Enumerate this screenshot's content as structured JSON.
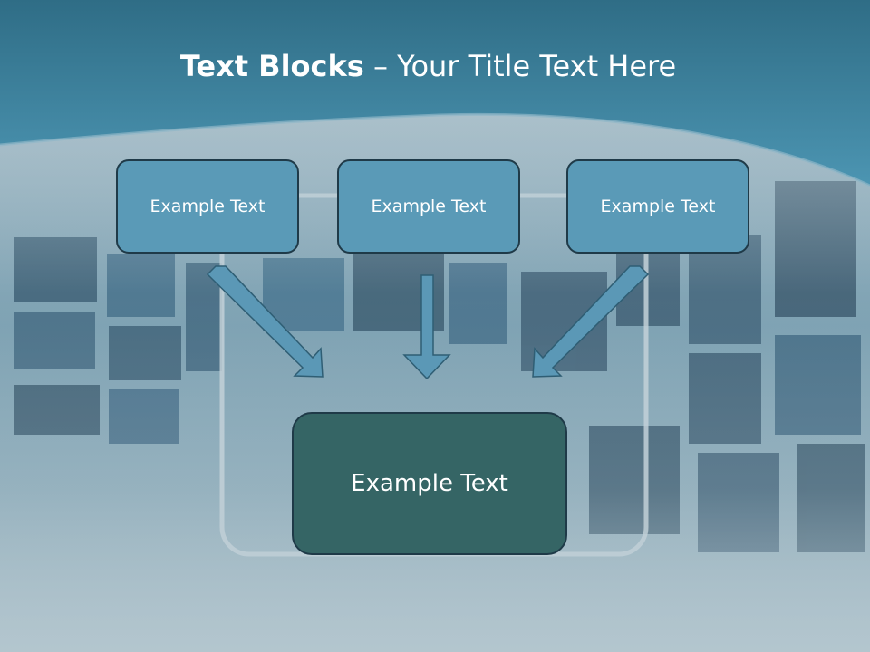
{
  "title": {
    "bold_part": "Text Blocks",
    "separator": "–",
    "regular_part": "Your Title Text Here"
  },
  "diagram": {
    "source_blocks": [
      {
        "label": "Example Text"
      },
      {
        "label": "Example Text"
      },
      {
        "label": "Example Text"
      }
    ],
    "target_block": {
      "label": "Example Text"
    }
  },
  "colors": {
    "header_band": "#3b7f9b",
    "small_box_fill": "#5a9ab7",
    "big_box_fill": "#356565",
    "box_border": "#1f3a48",
    "arrow_fill": "#5b98b6"
  }
}
